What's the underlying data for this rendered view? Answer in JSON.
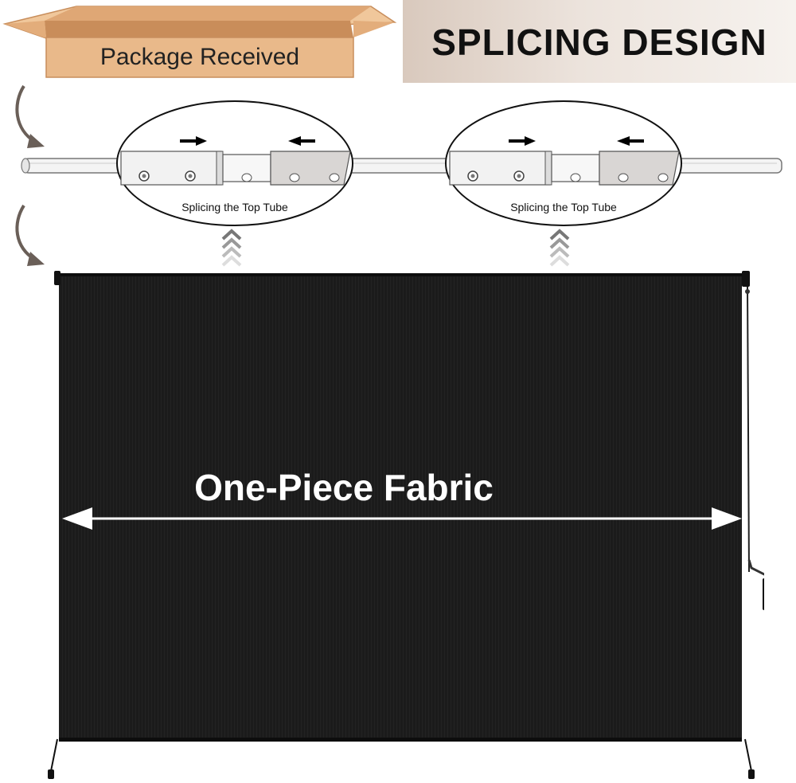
{
  "banner": {
    "title": "SPLICING DESIGN"
  },
  "package": {
    "label": "Package Received"
  },
  "callouts": [
    {
      "caption": "Splicing the Top Tube"
    },
    {
      "caption": "Splicing the Top Tube"
    }
  ],
  "fabric": {
    "label": "One-Piece Fabric",
    "color": "#1b1b1b"
  },
  "colors": {
    "box": "#e9b98a",
    "box_dark": "#cf9766",
    "banner": "#e2d3c8",
    "fabric": "#1b1b1b"
  }
}
